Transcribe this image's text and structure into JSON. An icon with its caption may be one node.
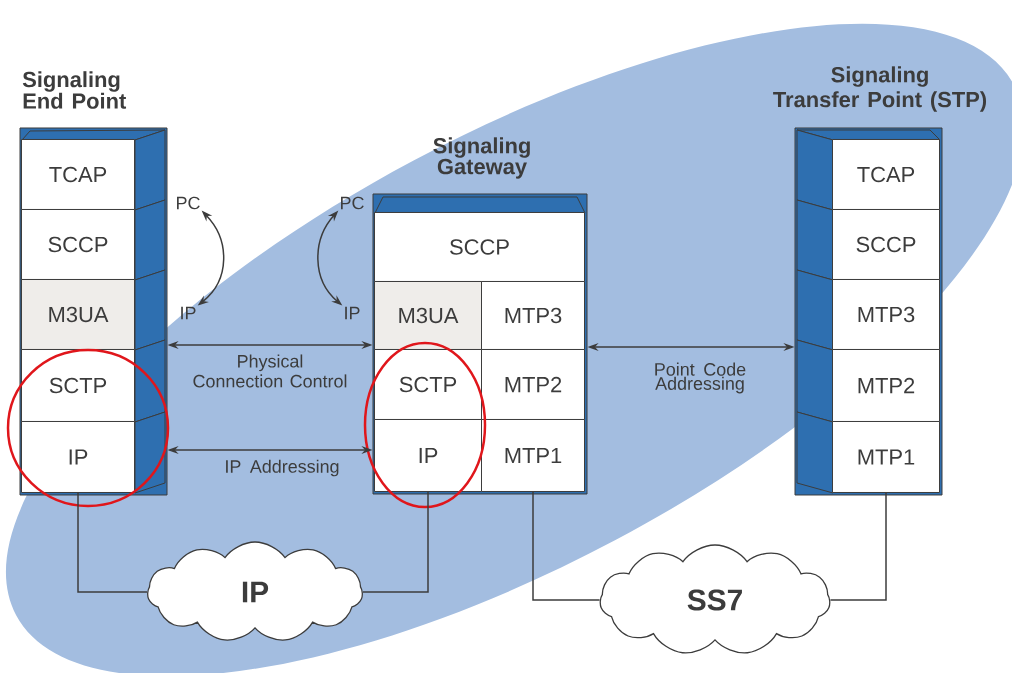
{
  "diagram": {
    "nodes": [
      {
        "text": [
          "Signaling End Point"
        ]
      },
      {
        "text": [
          "TCAP"
        ],
        "in": 0
      },
      {
        "text": [
          "SCCP"
        ],
        "in": 0
      },
      {
        "text": [
          "M3UA"
        ],
        "in": 0
      },
      {
        "text": [
          "SCTP"
        ],
        "in": 0
      },
      {
        "text": [
          "IP"
        ],
        "in": 0
      },
      {
        "text": [
          "Signaling Gateway"
        ]
      },
      {
        "text": [
          "SCCP"
        ],
        "in": 6
      },
      {
        "text": [
          "M3UA"
        ],
        "in": 6
      },
      {
        "text": [
          "MTP3"
        ],
        "in": 6
      },
      {
        "text": [
          "SCTP"
        ],
        "in": 6
      },
      {
        "text": [
          "MTP2"
        ],
        "in": 6
      },
      {
        "text": [
          "IP"
        ],
        "in": 6
      },
      {
        "text": [
          "MTP1"
        ],
        "in": 6
      },
      {
        "text": [
          "Signaling Transfer Point (STP)"
        ]
      },
      {
        "text": [
          "TCAP"
        ],
        "in": 14
      },
      {
        "text": [
          "SCCP"
        ],
        "in": 14
      },
      {
        "text": [
          "MTP3"
        ],
        "in": 14
      },
      {
        "text": [
          "MTP2"
        ],
        "in": 14
      },
      {
        "text": [
          "MTP1"
        ],
        "in": 14
      },
      {
        "text": [
          "PC"
        ]
      },
      {
        "text": [
          "IP"
        ]
      },
      {
        "text": [
          "PC"
        ]
      },
      {
        "text": [
          "IP"
        ]
      },
      {
        "text": [
          "IP"
        ]
      },
      {
        "text": [
          "SS7"
        ]
      }
    ],
    "edges": [
      {
        "from": 20,
        "to": 21,
        "arrow": "both"
      },
      {
        "from": 22,
        "to": 23,
        "arrow": "both"
      },
      {
        "from": 0,
        "to": 6,
        "arrow": "both",
        "label": "Physical Connection Control"
      },
      {
        "from": 0,
        "to": 6,
        "arrow": "both",
        "label": "IP Addressing"
      },
      {
        "from": 6,
        "to": 14,
        "arrow": "both",
        "label": "Point Code Addressing"
      },
      {
        "from": 5,
        "to": 24,
        "arrow": "none"
      },
      {
        "from": 12,
        "to": 24,
        "arrow": "none"
      },
      {
        "from": 13,
        "to": 25,
        "arrow": "none"
      },
      {
        "from": 19,
        "to": 25,
        "arrow": "none"
      }
    ]
  }
}
